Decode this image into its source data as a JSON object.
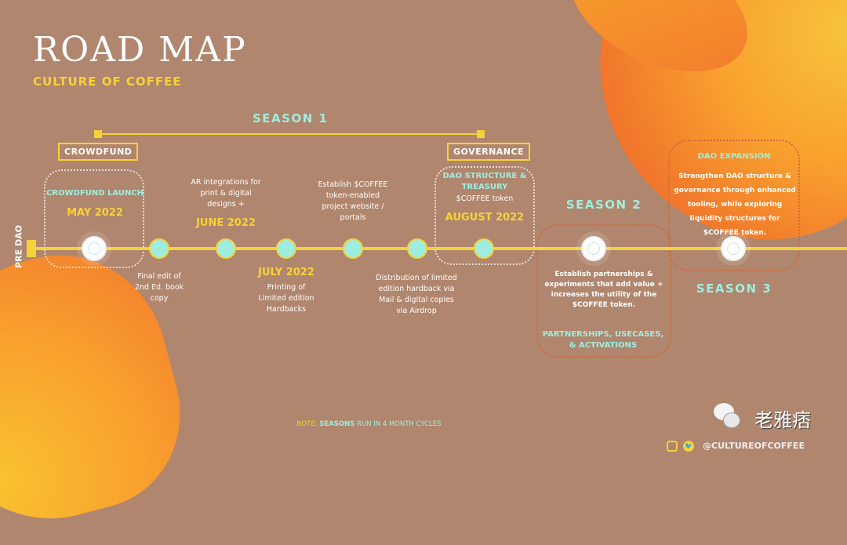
{
  "header": {
    "title": "ROAD MAP",
    "subtitle": "CULTURE OF COFFEE"
  },
  "season1": {
    "label": "SEASON 1",
    "start_tag": "CROWDFUND",
    "end_tag": "GOVERNANCE"
  },
  "pre_dao": "PRE DAO",
  "milestones": {
    "crowdfund": {
      "heading": "CROWDFUND LAUNCH",
      "date": "MAY 2022"
    },
    "final_edit": {
      "text": "Final edit of 2nd Ed. book copy"
    },
    "june": {
      "text": "AR integrations for print & digital designs +",
      "date": "JUNE 2022"
    },
    "july": {
      "date": "JULY 2022",
      "text": "Printing of Limited edition Hardbacks"
    },
    "token_site": {
      "text": "Establish $COFFEE token-enabled project website / portals"
    },
    "distribution": {
      "text": "Distribution of limited edition hardback via Mail & digital copies via Airdrop"
    },
    "august": {
      "heading": "DAO STRUCTURE & TREASURY",
      "text": "$COFFEE token",
      "date": "AUGUST 2022"
    }
  },
  "season2": {
    "label": "SEASON 2",
    "text": "Establish partnerships & experiments that add value + increases the utility of the $COFFEE token.",
    "heading": "PARTNERSHIPS, USECASES, & ACTIVATIONS"
  },
  "season3": {
    "label": "SEASON 3",
    "heading": "DAO EXPANSION",
    "text": "Strengthen DAO structure & governance through enhanced tooling, while exploring liquidity structures for $COFFEE token."
  },
  "note": {
    "prefix": "NOTE:",
    "highlight": "SEASONS",
    "rest": "RUN IN 4 MONTH CYCLES"
  },
  "social": {
    "handle": "@CULTUREOFCOFFEE"
  },
  "watermark": "老雅痞"
}
